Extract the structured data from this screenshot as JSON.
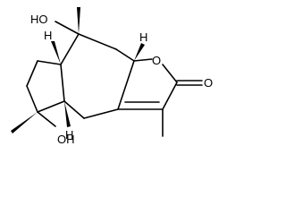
{
  "molecule": {
    "labels": {
      "hydroxyl_top": "HO",
      "hydroxyl_bottom": "OH",
      "stereo_h_left": "H",
      "stereo_h_right": "H",
      "stereo_h_bottom": "H",
      "ring_oxygen": "O",
      "carbonyl_oxygen": "O"
    },
    "colors": {
      "bond": "#000000",
      "label": "#000000",
      "background": "#ffffff"
    }
  }
}
